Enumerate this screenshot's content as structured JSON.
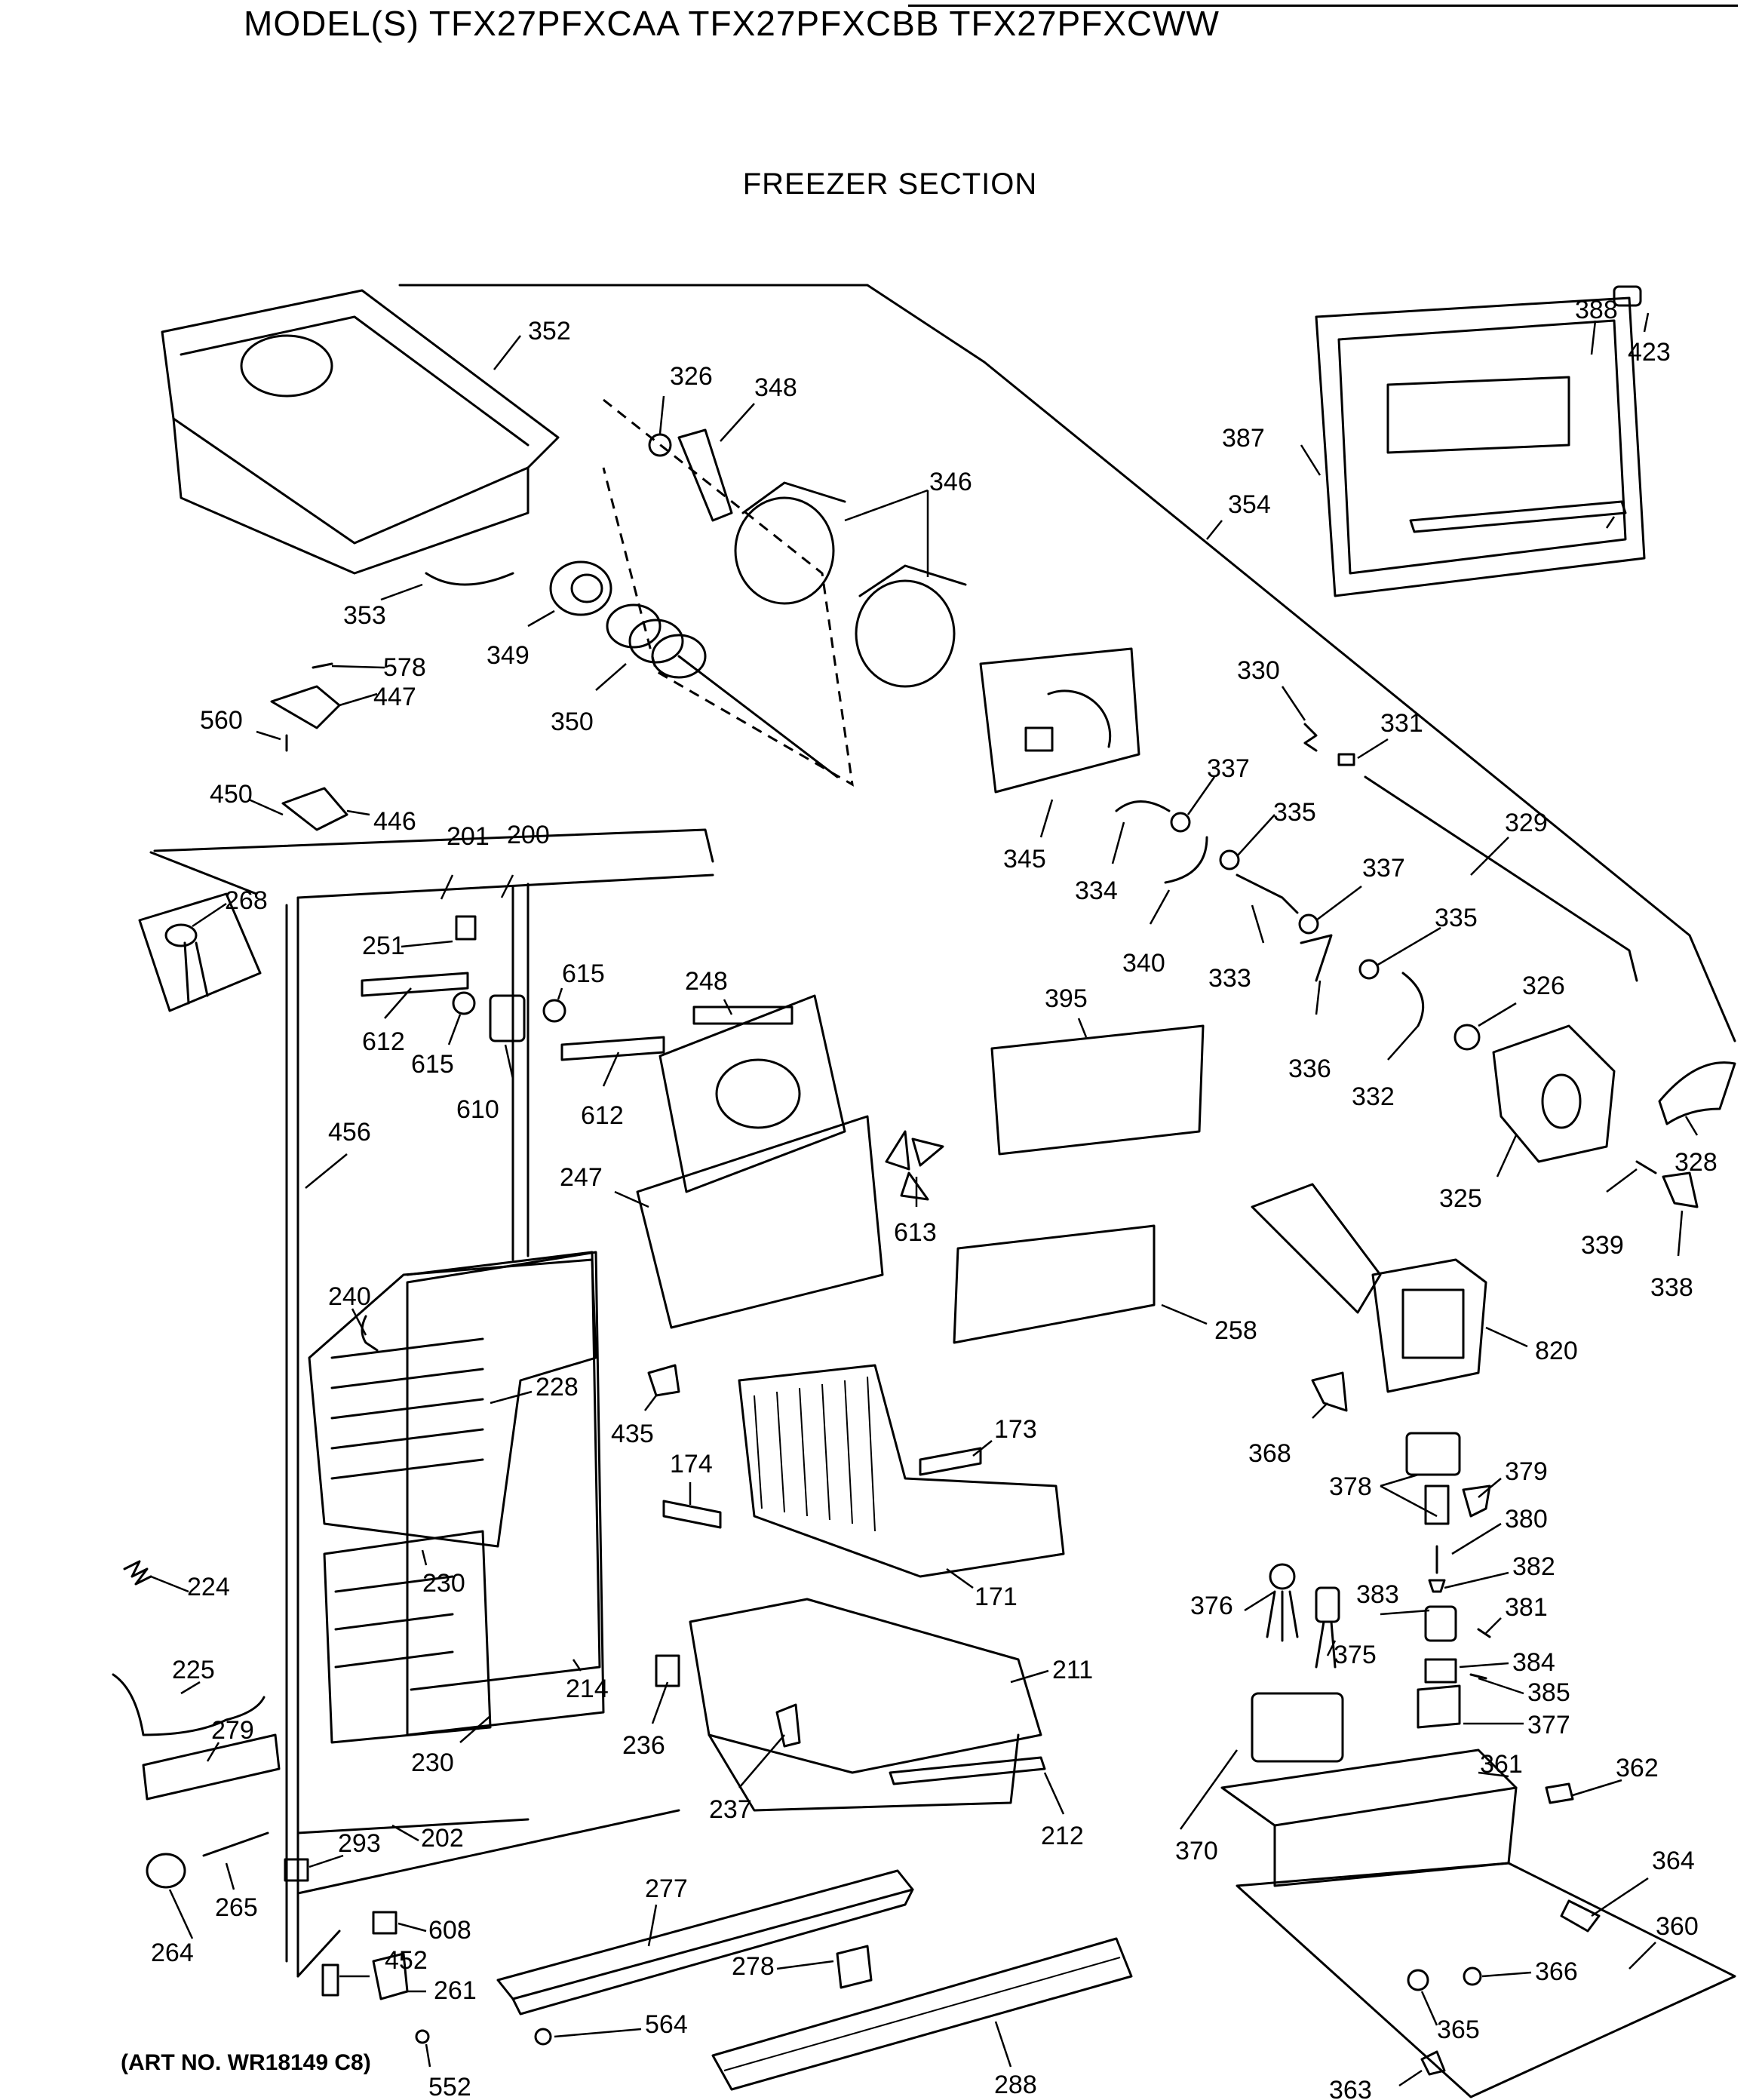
{
  "header": {
    "model_line": "MODEL(S) TFX27PFXCAA  TFX27PFXCBB  TFX27PFXCWW",
    "section_title": "FREEZER SECTION"
  },
  "footer": {
    "art_number": "(ART NO. WR18149 C8)"
  },
  "callouts": [
    "352",
    "326",
    "348",
    "346",
    "387",
    "388",
    "423",
    "354",
    "353",
    "349",
    "350",
    "578",
    "447",
    "560",
    "450",
    "446",
    "330",
    "331",
    "329",
    "337",
    "335",
    "345",
    "334",
    "340",
    "333",
    "336",
    "332",
    "325",
    "328",
    "339",
    "338",
    "201",
    "200",
    "268",
    "251",
    "615",
    "612",
    "610",
    "248",
    "395",
    "456",
    "247",
    "613",
    "258",
    "820",
    "240",
    "228",
    "435",
    "174",
    "173",
    "368",
    "378",
    "379",
    "380",
    "382",
    "376",
    "383",
    "375",
    "381",
    "384",
    "385",
    "377",
    "224",
    "225",
    "279",
    "230",
    "214",
    "236",
    "171",
    "211",
    "237",
    "212",
    "370",
    "361",
    "362",
    "364",
    "360",
    "366",
    "365",
    "363",
    "293",
    "202",
    "265",
    "264",
    "608",
    "452",
    "261",
    "552",
    "277",
    "278",
    "564",
    "288"
  ]
}
